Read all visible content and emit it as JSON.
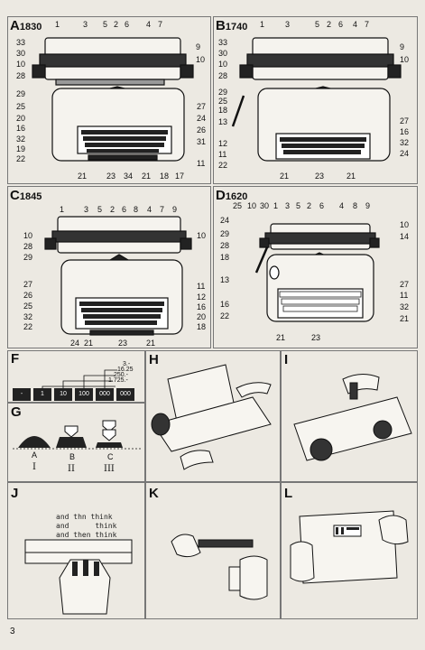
{
  "page_number": "3",
  "panels": {
    "A": {
      "letter": "A",
      "model": "1830",
      "labels": [
        "1",
        "3",
        "5",
        "2",
        "6",
        "4",
        "7",
        "33",
        "30",
        "10",
        "28",
        "29",
        "25",
        "20",
        "16",
        "32",
        "19",
        "22",
        "9",
        "10",
        "27",
        "24",
        "26",
        "31",
        "11",
        "21",
        "23",
        "34",
        "21",
        "18",
        "17"
      ]
    },
    "B": {
      "letter": "B",
      "model": "1740",
      "labels": [
        "1",
        "3",
        "5",
        "2",
        "6",
        "4",
        "7",
        "33",
        "30",
        "10",
        "28",
        "29",
        "25",
        "18",
        "13",
        "12",
        "11",
        "22",
        "9",
        "10",
        "27",
        "16",
        "32",
        "24",
        "21",
        "23",
        "21"
      ]
    },
    "C": {
      "letter": "C",
      "model": "1845",
      "labels": [
        "1",
        "3",
        "5",
        "2",
        "6",
        "8",
        "4",
        "7",
        "9",
        "10",
        "28",
        "29",
        "10",
        "27",
        "26",
        "25",
        "32",
        "22",
        "11",
        "12",
        "16",
        "20",
        "18",
        "24",
        "21",
        "23",
        "21"
      ]
    },
    "D": {
      "letter": "D",
      "model": "1620",
      "labels": [
        "25",
        "10",
        "30",
        "1",
        "3",
        "5",
        "2",
        "6",
        "4",
        "8",
        "9",
        "24",
        "29",
        "28",
        "18",
        "13",
        "16",
        "22",
        "10",
        "14",
        "27",
        "11",
        "32",
        "21",
        "21",
        "23"
      ]
    },
    "F": {
      "letter": "F",
      "keys": [
        "-",
        "1",
        "10",
        "100",
        "000",
        "000"
      ],
      "values": [
        "3.-",
        "16.25",
        "250.-",
        "1.725.-"
      ]
    },
    "G": {
      "letter": "G",
      "sub": [
        "A",
        "B",
        "C"
      ],
      "roman": [
        "I",
        "II",
        "III"
      ]
    },
    "H": {
      "letter": "H"
    },
    "I": {
      "letter": "I"
    },
    "J": {
      "letter": "J",
      "lines": [
        "and thn think",
        "and      think",
        "and then think"
      ]
    },
    "K": {
      "letter": "K"
    },
    "L": {
      "letter": "L"
    }
  }
}
